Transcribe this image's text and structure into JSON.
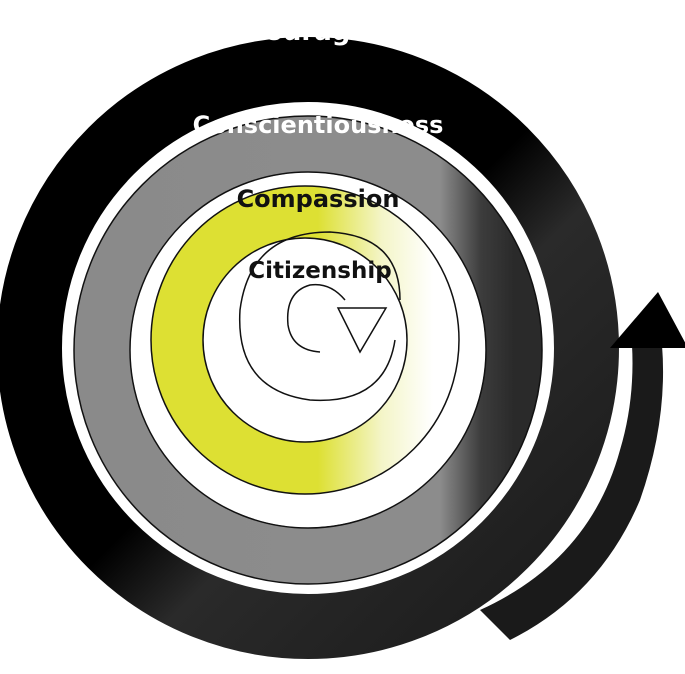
{
  "diagram": {
    "labels": {
      "courage": "Courage",
      "conscientiousness": "Conscientiousness",
      "compassion": "Compassion",
      "citizenship": "Citizenship"
    },
    "colors": {
      "courage_band": "#000000",
      "courage_band_lower": "#1f1f1f",
      "conscientiousness_band": "#8c8c8c",
      "compassion_band": "#dde033",
      "citizenship_band": "#ffffff",
      "outline": "#111111",
      "background": "#ffffff"
    }
  }
}
